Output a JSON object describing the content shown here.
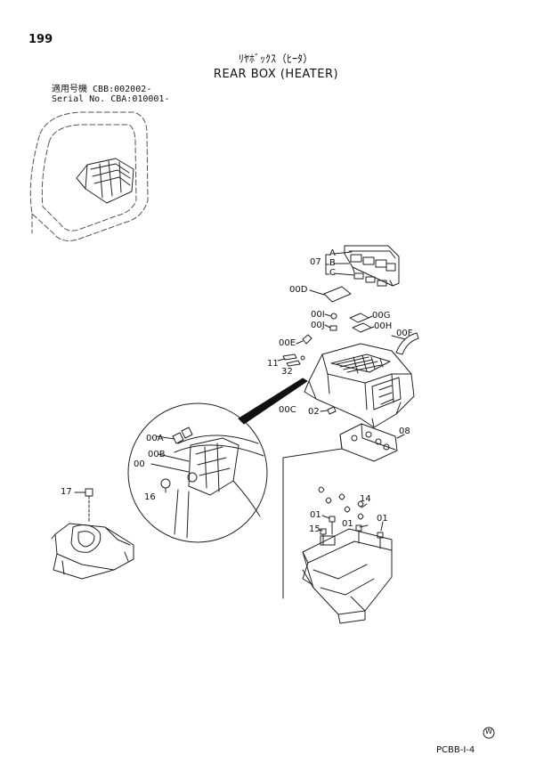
{
  "header": {
    "page_number": "199",
    "title_jp": "ﾘﾔﾎﾞｯｸｽ（ﾋｰﾀ）",
    "title_en": "REAR BOX (HEATER)",
    "serial_jp_label": "適用号機",
    "serial_jp_value": "CBB:002002-",
    "serial_en_label": "Serial No.",
    "serial_en_value": "CBA:010001-"
  },
  "callouts": {
    "p07": "07",
    "pA": "A",
    "pB": "B",
    "pC": "C",
    "p00D": "00D",
    "p00I": "00I",
    "p00J": "00J",
    "p00G": "00G",
    "p00H": "00H",
    "p00E": "00E",
    "p00F": "00F",
    "p11": "11",
    "p32": "32",
    "p00C": "00C",
    "p02": "02",
    "p08": "08",
    "p00A": "00A",
    "p00B": "00B",
    "p00": "00",
    "p16": "16",
    "p17": "17",
    "p14": "14",
    "p01a": "01",
    "p15": "15",
    "p01b": "01",
    "p01c": "01"
  },
  "footer": {
    "mark": "W",
    "code": "PCBB-I-4"
  }
}
